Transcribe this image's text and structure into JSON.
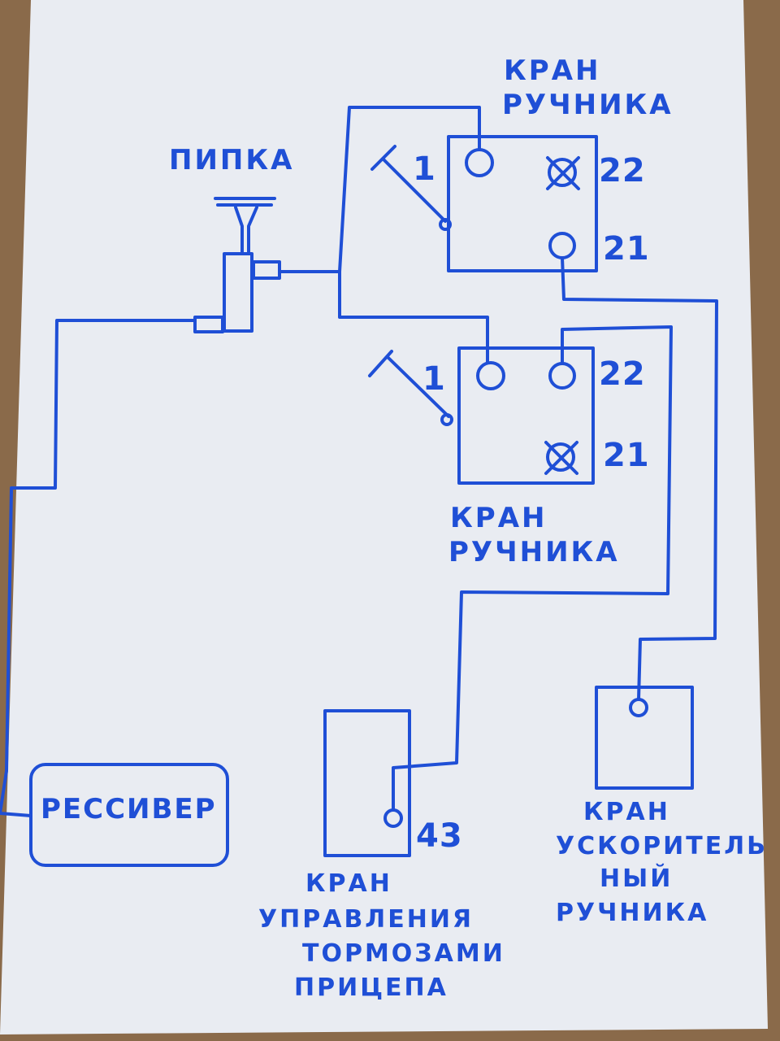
{
  "labels": {
    "pipka": "ПИПКА",
    "valve_top": [
      "КРАН",
      "РУЧНИКА"
    ],
    "valve_mid": [
      "КРАН",
      "РУЧНИКА"
    ],
    "receiver": "РЕССИВЕР",
    "trailer_valve": [
      "КРАН",
      "УПРАВЛЕНИЯ",
      "ТОРМОЗАМИ",
      "ПРИЦЕПА"
    ],
    "accel_valve": [
      "КРАН",
      "УСКОРИТЕЛЬ",
      "НЫЙ",
      "РУЧНИКА"
    ]
  },
  "ports": {
    "top": {
      "inlet": "1",
      "out_a": "22",
      "out_b": "21"
    },
    "mid": {
      "inlet": "1",
      "out_a": "22",
      "out_b": "21"
    },
    "trailer": "43"
  },
  "colors": {
    "paper": "#e9ecf2",
    "ink": "#1f4fd6",
    "wood": "#8a6a4a"
  }
}
